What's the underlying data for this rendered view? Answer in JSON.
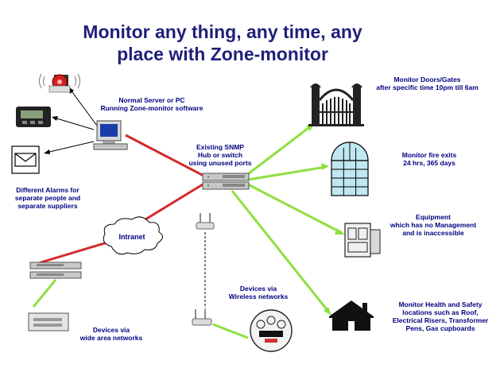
{
  "title": {
    "line1": "Monitor any thing, any time, any",
    "line2": "place with Zone-monitor"
  },
  "labels": {
    "server": [
      "Normal Server or PC",
      "Running Zone-monitor software"
    ],
    "hub": [
      "Existing SNMP",
      "Hub or switch",
      "using unused ports"
    ],
    "alarms": [
      "Different Alarms for",
      "separate people and",
      "separate suppliers"
    ],
    "intranet": "Intranet",
    "wan": [
      "Devices via",
      "wide area networks"
    ],
    "wireless": [
      "Devices via",
      "Wireless networks"
    ],
    "doors": [
      "Monitor Doors/Gates",
      "after specific time 10pm till 6am"
    ],
    "fire": [
      "Monitor fire exits",
      "24 hrs, 365 days"
    ],
    "equipment": [
      "Equipment",
      "which has no Management",
      "and is inaccessible"
    ],
    "health": [
      "Monitor Health and Safety",
      "locations such as Roof,",
      "Electrical Risers, Transformer",
      "Pens, Gas cupboards"
    ]
  },
  "colors": {
    "title": "#1f1f7a",
    "label": "#000080",
    "wired_link": "#d42a2a",
    "monitored_link": "#8ee040"
  },
  "icons": {
    "siren": "siren-icon",
    "pager": "pager-icon",
    "email": "envelope-icon",
    "computer": "computer-icon",
    "hub": "network-switch-icon",
    "cloud": "cloud-icon",
    "gate": "gate-icon",
    "window": "window-icon",
    "equipment": "cabinet-icon",
    "house": "house-icon",
    "access_point": "wireless-access-point-icon",
    "meter": "meter-icon",
    "rack": "rack-device-icon"
  }
}
